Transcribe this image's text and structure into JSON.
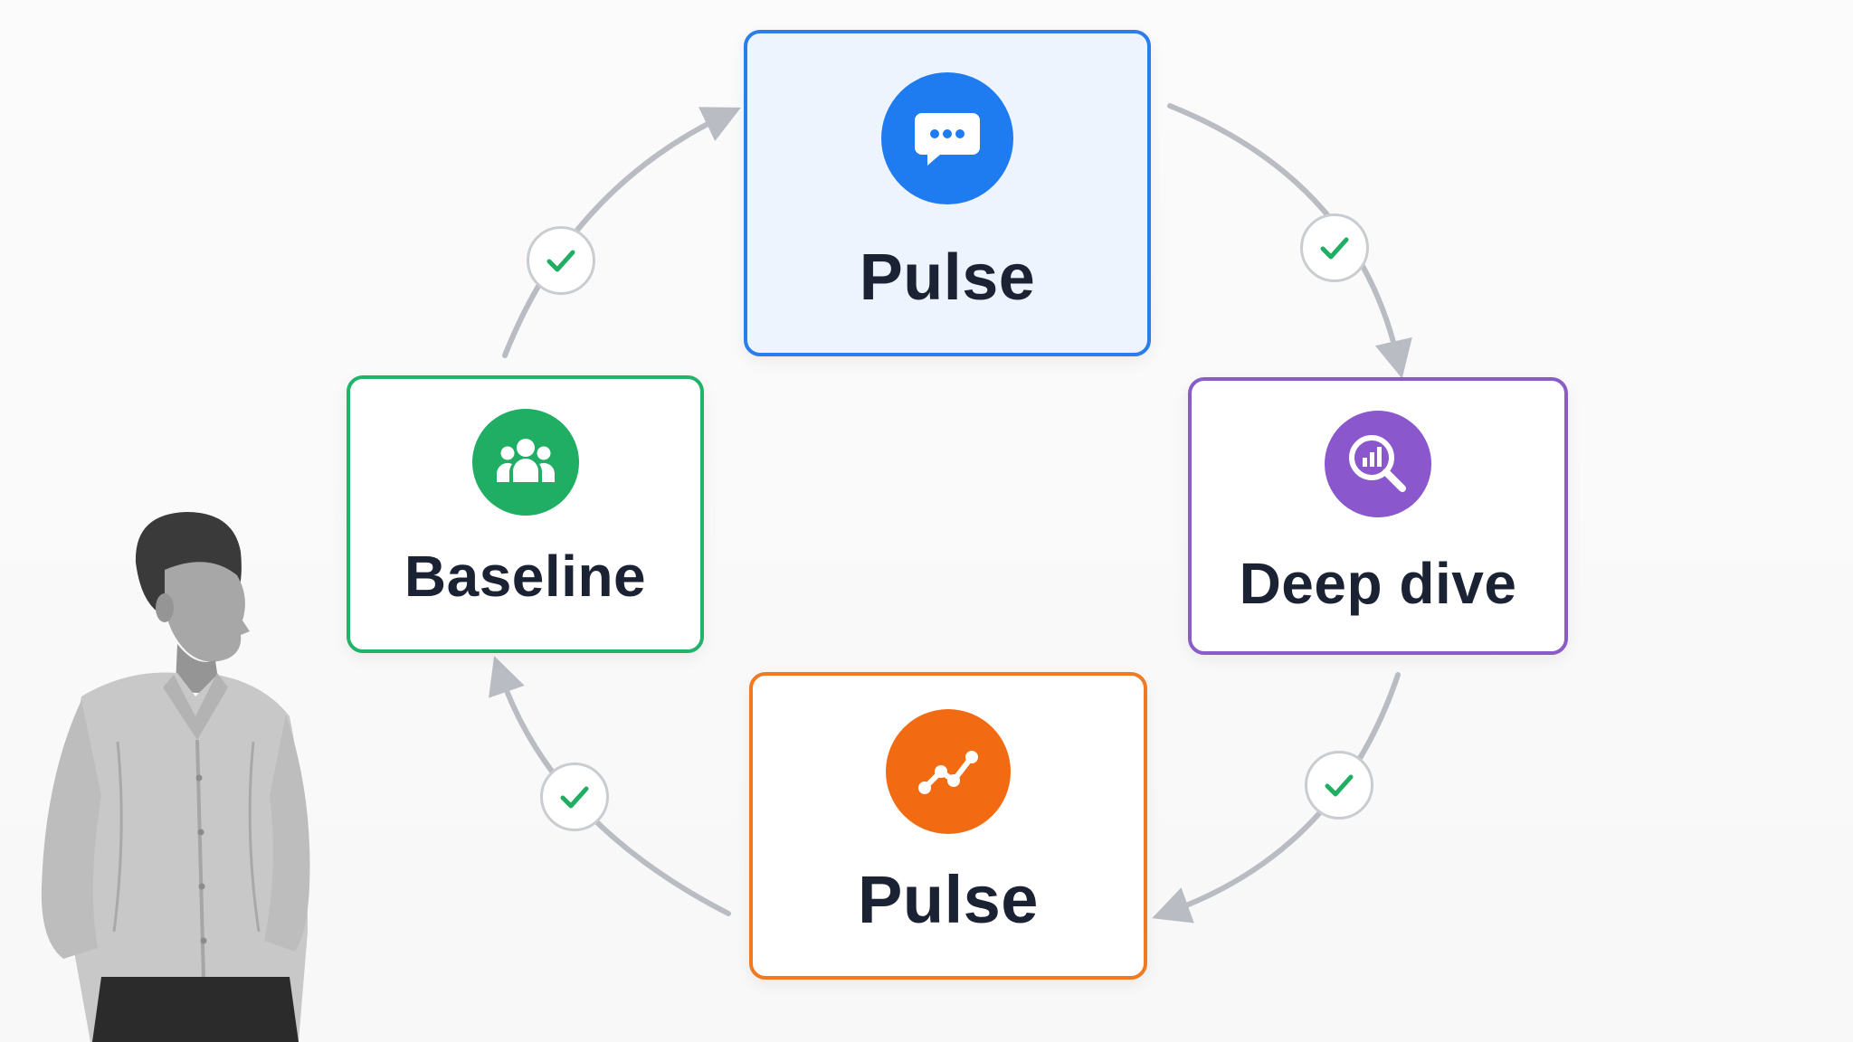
{
  "diagram": {
    "nodes": [
      {
        "id": "pulse-top",
        "label": "Pulse",
        "icon": "chat-bubble-icon",
        "color": "#1e7cf0"
      },
      {
        "id": "deep-dive",
        "label": "Deep dive",
        "icon": "magnifier-chart-icon",
        "color": "#8b57cc"
      },
      {
        "id": "pulse-bottom",
        "label": "Pulse",
        "icon": "trend-line-icon",
        "color": "#f26a12"
      },
      {
        "id": "baseline",
        "label": "Baseline",
        "icon": "people-group-icon",
        "color": "#1fae63"
      }
    ],
    "edges": [
      {
        "from": "baseline",
        "to": "pulse-top",
        "marker": "check-icon"
      },
      {
        "from": "pulse-top",
        "to": "deep-dive",
        "marker": "check-icon"
      },
      {
        "from": "deep-dive",
        "to": "pulse-bottom",
        "marker": "check-icon"
      },
      {
        "from": "pulse-bottom",
        "to": "baseline",
        "marker": "check-icon"
      }
    ],
    "colors": {
      "arrow": "#b9bcc2",
      "check": "#1fae63",
      "label": "#1b2233"
    }
  }
}
